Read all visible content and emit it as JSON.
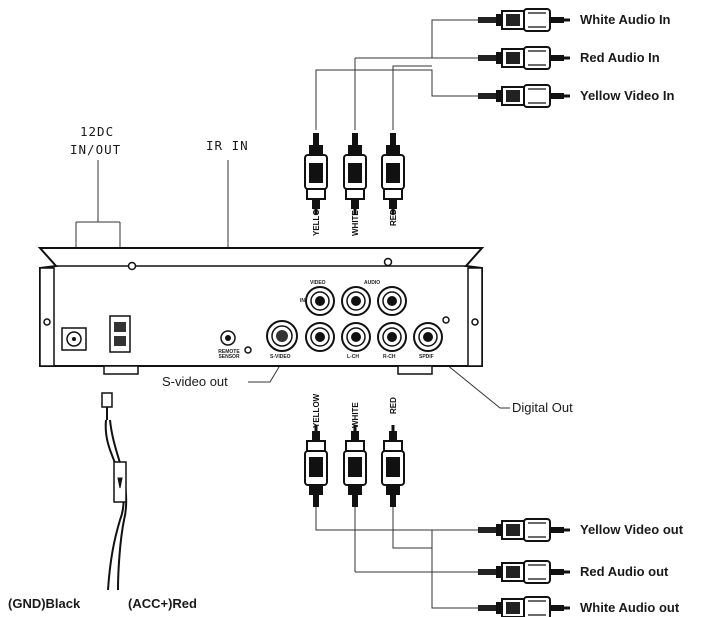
{
  "labels": {
    "power_line1": "12DC",
    "power_line2": "IN/OUT",
    "ir_in": "IR IN",
    "white_audio_in": "White Audio In",
    "red_audio_in": "Red Audio In",
    "yellow_video_in": "Yellow Video In",
    "s_video_out": "S-video out",
    "digital_out": "Digital Out",
    "yellow_video_out": "Yellow Video out",
    "red_audio_out": "Red Audio out",
    "white_audio_out": "White Audio out",
    "gnd_black": "(GND)Black",
    "acc_red": "(ACC+)Red"
  },
  "cable_labels": {
    "top_yellow": "YELLOW",
    "top_white": "WHITE",
    "top_red": "RED",
    "bottom_yellow": "YELLOW",
    "bottom_white": "WHITE",
    "bottom_red": "RED"
  },
  "panel_labels": {
    "video": "VIDEO",
    "audio": "AUDIO",
    "in": "IN",
    "out_l": "L-CH",
    "out_r": "R-CH",
    "spdif": "SPDIF",
    "svideo": "S-VIDEO",
    "remote": "REMOTE SENSOR"
  }
}
